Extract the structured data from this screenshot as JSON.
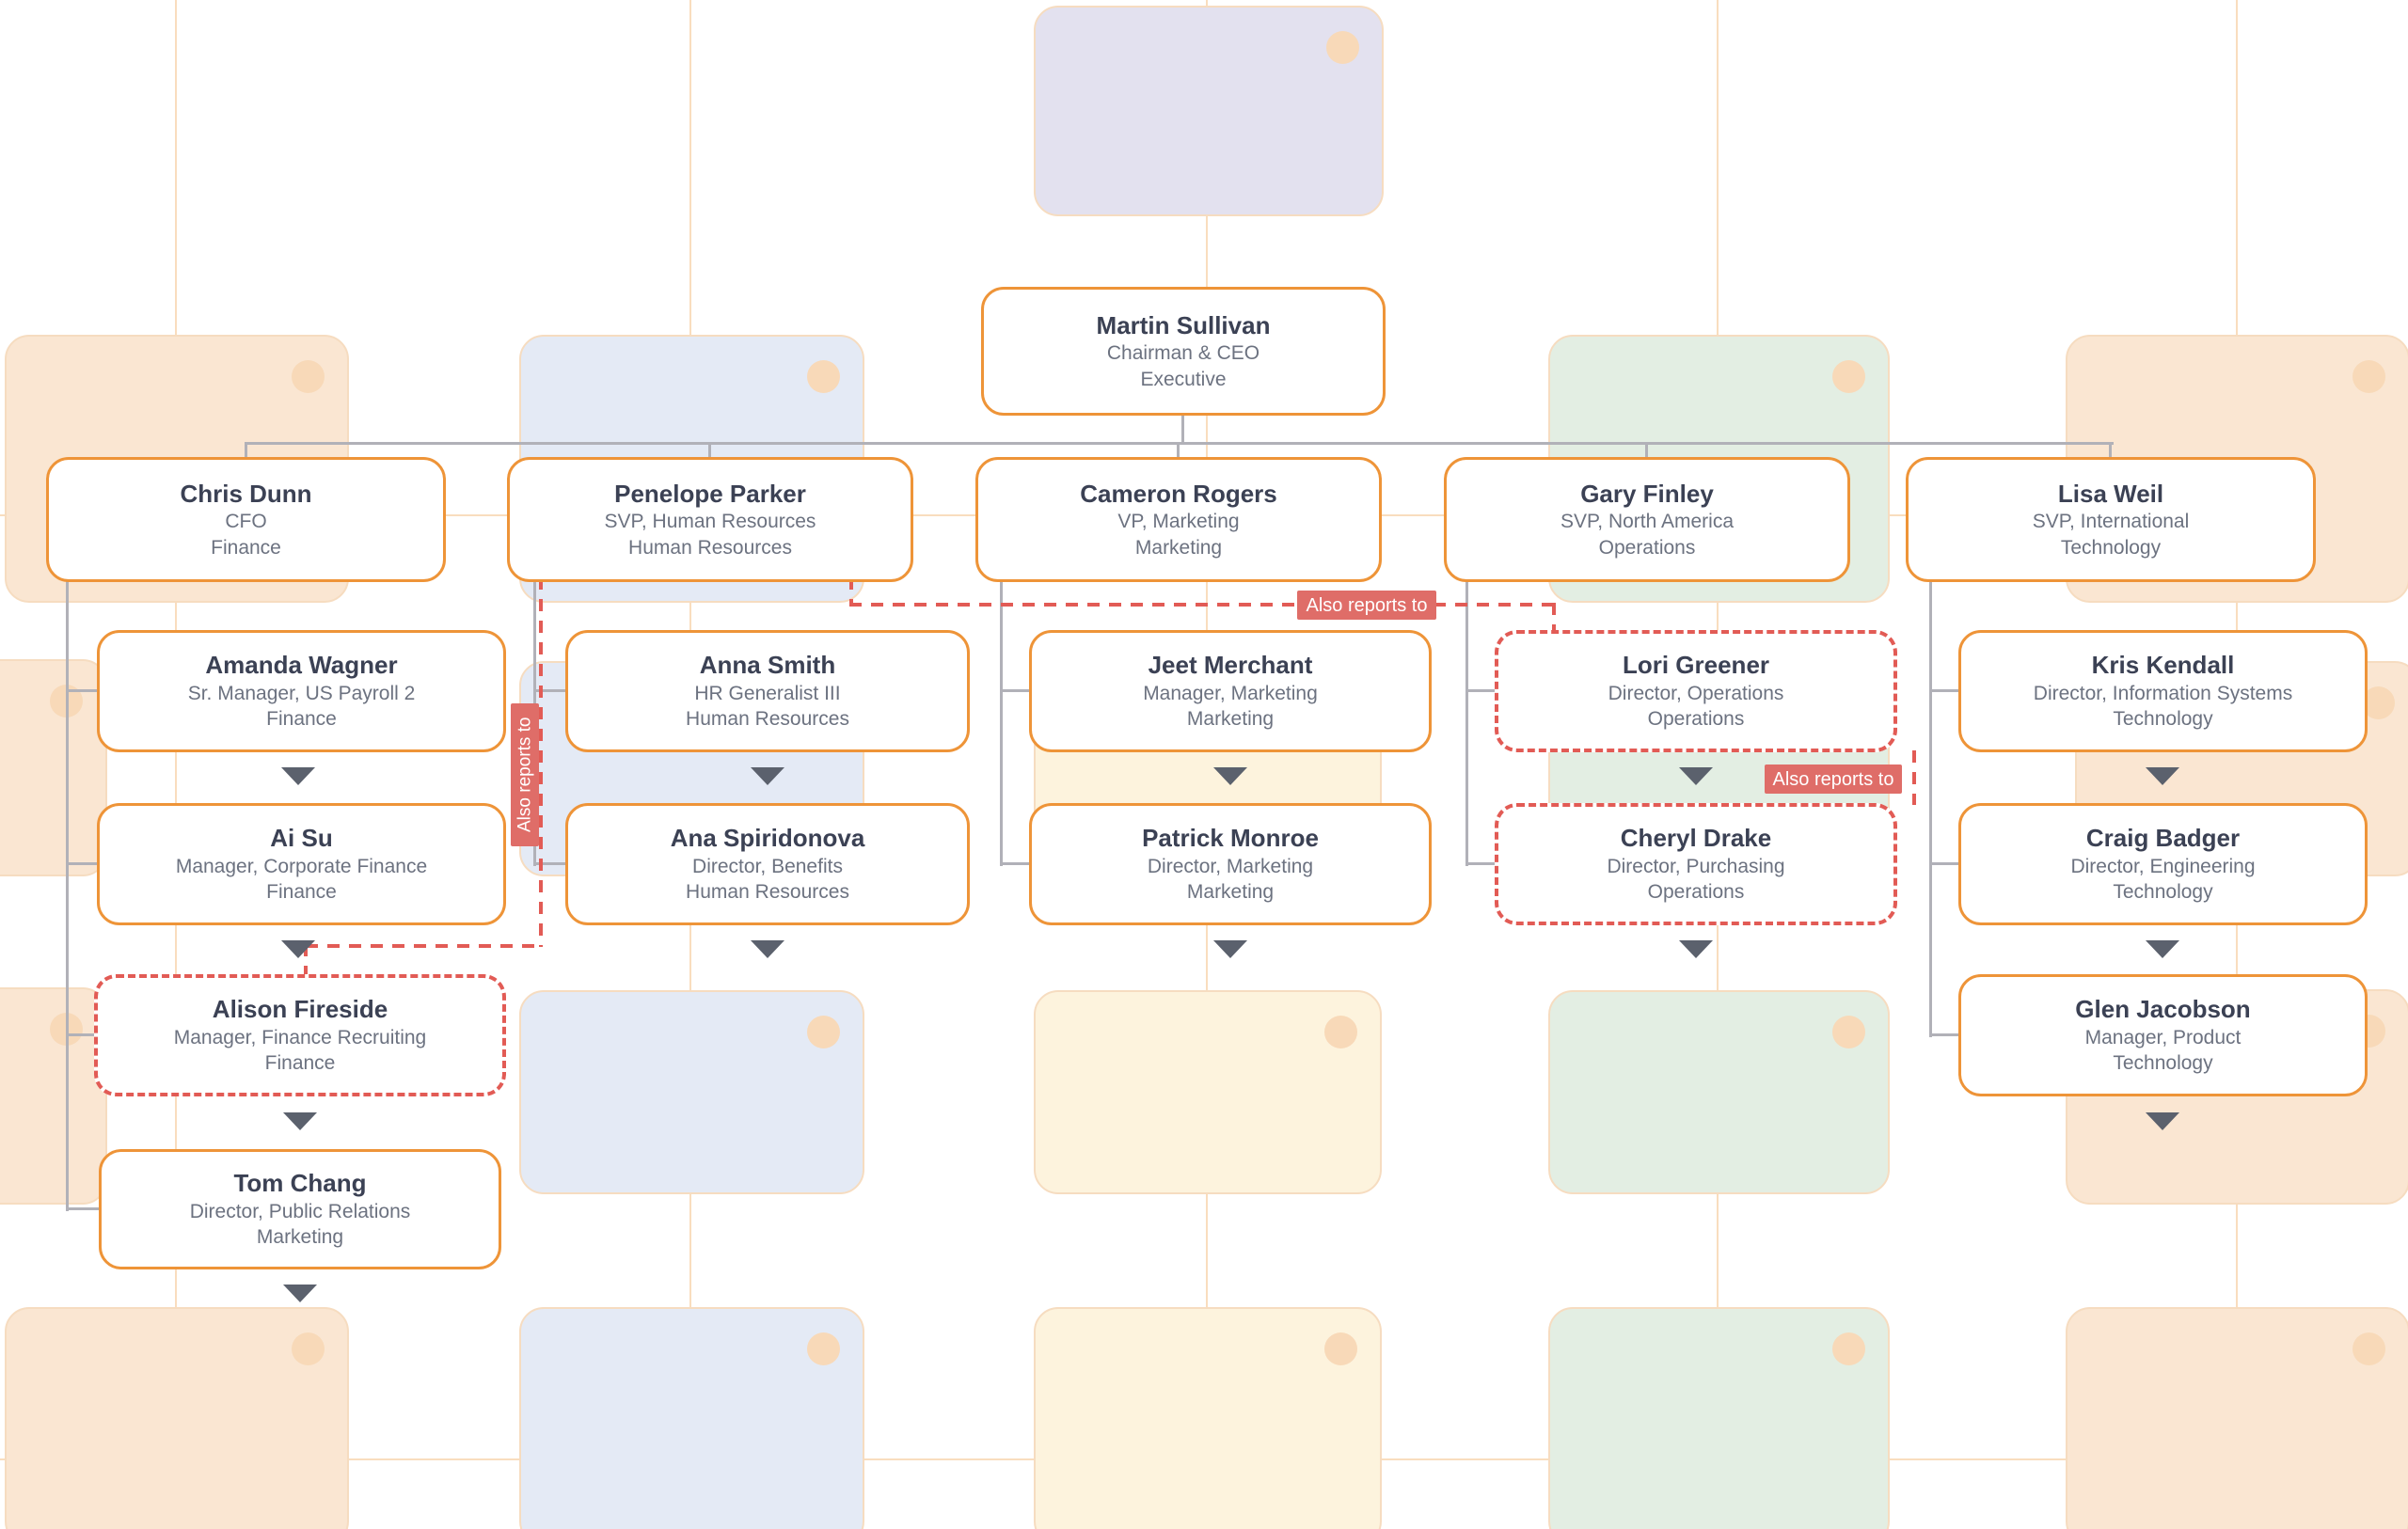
{
  "org": {
    "also_reports_to_label": "Also reports to",
    "people": [
      {
        "id": "ceo",
        "name": "Martin Sullivan",
        "title": "Chairman & CEO",
        "department": "Executive",
        "reports_to": null,
        "dashed": false
      },
      {
        "id": "chris",
        "name": "Chris Dunn",
        "title": "CFO",
        "department": "Finance",
        "reports_to": "Martin Sullivan",
        "dashed": false
      },
      {
        "id": "penelope",
        "name": "Penelope Parker",
        "title": "SVP, Human Resources",
        "department": "Human Resources",
        "reports_to": "Martin Sullivan",
        "dashed": false
      },
      {
        "id": "cameron",
        "name": "Cameron Rogers",
        "title": "VP, Marketing",
        "department": "Marketing",
        "reports_to": "Martin Sullivan",
        "dashed": false
      },
      {
        "id": "gary",
        "name": "Gary Finley",
        "title": "SVP, North America",
        "department": "Operations",
        "reports_to": "Martin Sullivan",
        "dashed": false
      },
      {
        "id": "lisa",
        "name": "Lisa Weil",
        "title": "SVP, International",
        "department": "Technology",
        "reports_to": "Martin Sullivan",
        "dashed": false
      },
      {
        "id": "amanda",
        "name": "Amanda Wagner",
        "title": "Sr. Manager, US Payroll 2",
        "department": "Finance",
        "reports_to": "Chris Dunn",
        "dashed": false
      },
      {
        "id": "anna",
        "name": "Anna Smith",
        "title": "HR Generalist III",
        "department": "Human Resources",
        "reports_to": "Penelope Parker",
        "dashed": false
      },
      {
        "id": "jeet",
        "name": "Jeet Merchant",
        "title": "Manager, Marketing",
        "department": "Marketing",
        "reports_to": "Cameron Rogers",
        "dashed": false
      },
      {
        "id": "lori",
        "name": "Lori Greener",
        "title": "Director, Operations",
        "department": "Operations",
        "reports_to": "Gary Finley",
        "dashed": true
      },
      {
        "id": "kris",
        "name": "Kris Kendall",
        "title": "Director, Information Systems",
        "department": "Technology",
        "reports_to": "Lisa Weil",
        "dashed": false
      },
      {
        "id": "aisu",
        "name": "Ai Su",
        "title": "Manager, Corporate Finance",
        "department": "Finance",
        "reports_to": "Chris Dunn",
        "dashed": false
      },
      {
        "id": "anasp",
        "name": "Ana Spiridonova",
        "title": "Director, Benefits",
        "department": "Human Resources",
        "reports_to": "Penelope Parker",
        "dashed": false
      },
      {
        "id": "patrick",
        "name": "Patrick Monroe",
        "title": "Director, Marketing",
        "department": "Marketing",
        "reports_to": "Cameron Rogers",
        "dashed": false
      },
      {
        "id": "cheryl",
        "name": "Cheryl Drake",
        "title": "Director, Purchasing",
        "department": "Operations",
        "reports_to": "Gary Finley",
        "dashed": true
      },
      {
        "id": "craig",
        "name": "Craig Badger",
        "title": "Director, Engineering",
        "department": "Technology",
        "reports_to": "Lisa Weil",
        "dashed": false
      },
      {
        "id": "alison",
        "name": "Alison Fireside",
        "title": "Manager, Finance Recruiting",
        "department": "Finance",
        "reports_to": "Chris Dunn",
        "dashed": true
      },
      {
        "id": "glen",
        "name": "Glen Jacobson",
        "title": "Manager, Product",
        "department": "Technology",
        "reports_to": "Lisa Weil",
        "dashed": false
      },
      {
        "id": "tom",
        "name": "Tom Chang",
        "title": "Director, Public Relations",
        "department": "Marketing",
        "reports_to": "Chris Dunn",
        "dashed": false
      }
    ],
    "dotted_links": [
      {
        "from": "Penelope Parker",
        "to": "Alison Fireside",
        "label": "Also reports to"
      },
      {
        "from": "Penelope Parker",
        "to": "Lori Greener",
        "label": "Also reports to"
      },
      {
        "from": "Lori Greener",
        "to": "Cheryl Drake",
        "label": "Also reports to"
      }
    ]
  },
  "icons": {
    "collapsed_children_marker": "triangle-down"
  },
  "colors": {
    "card_orange": "#ee9438",
    "dashed_red": "#e25b55",
    "badge_red": "#df6d68",
    "connector_gray": "#b1b1b8",
    "name_color": "#3b4154",
    "sub_color": "#6c7280",
    "triangle_color": "#5b616d",
    "peach_line": "#f9ddbe",
    "ghost_border": "#f6dcc0",
    "ghost_circle": "#f8d9b8",
    "ghost_lavender": "#e3e1ef",
    "ghost_peach": "#fae6d2",
    "ghost_blue": "#e4eaf5",
    "ghost_cream": "#fdf3dd",
    "ghost_green": "#e3eee3"
  }
}
